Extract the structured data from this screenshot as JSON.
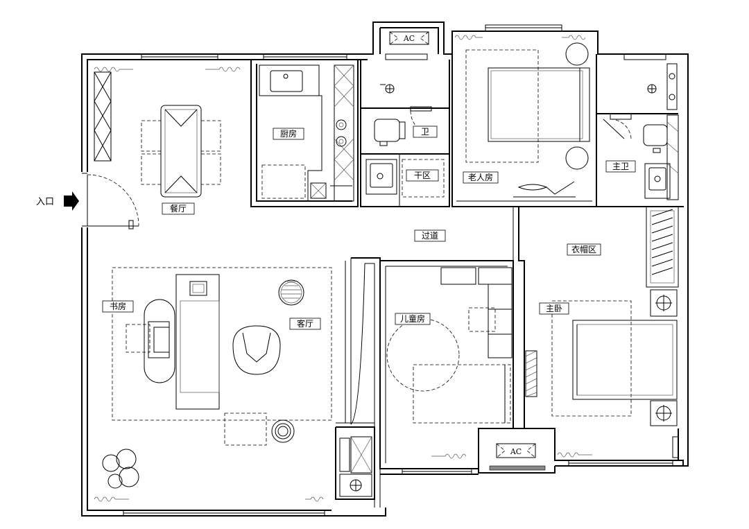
{
  "rooms": {
    "dining": "餐厅",
    "kitchen": "厨房",
    "bath": "卫",
    "dry_zone": "干区",
    "elder_room": "老人房",
    "master_bath": "主卫",
    "corridor": "过道",
    "cloakroom": "衣帽区",
    "study": "书房",
    "living": "客厅",
    "kids_room": "儿童房",
    "master_bedroom": "主卧"
  },
  "entrance": "入口",
  "ac_labels": [
    "AC",
    "AC"
  ]
}
